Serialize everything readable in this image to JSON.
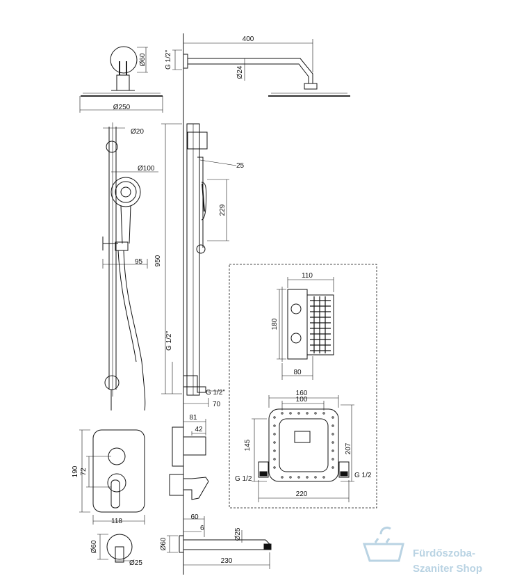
{
  "dimensions": {
    "head_diameter": "Ø250",
    "arm_length": "400",
    "arm_flange_thread": "G 1/2\"",
    "arm_flange_dia": "Ø60",
    "arm_pipe_dia": "Ø24",
    "rail_dia": "Ø20",
    "hand_shower_dia": "Ø100",
    "rail_height": "950",
    "holder_offset": "95",
    "hand_shower_length": "229",
    "hand_shower_angle": "25",
    "rail_inlet_thread_vertical": "G 1/2\"",
    "rail_inlet_thread": "G 1/2\"",
    "rail_inlet_depth": "70",
    "box_width_top": "110",
    "box_height": "180",
    "box_depth": "80",
    "box_front_160": "160",
    "box_front_100": "100",
    "box_front_145": "145",
    "box_front_207": "207",
    "box_front_220": "220",
    "box_left_thread": "G 1/2",
    "box_right_thread": "G 1/2",
    "plate_height": "190",
    "plate_spacing": "72",
    "plate_width": "118",
    "mixer_depth_81": "81",
    "mixer_depth_42": "42",
    "spout_flange_60": "60",
    "spout_6": "6",
    "spout_flange_dia": "Ø60",
    "spout_dia": "Ø25",
    "spout_length": "230",
    "small_flange_dia": "Ø60",
    "small_spout_dia": "Ø25"
  },
  "watermark": {
    "line1": "Fürdőszoba-",
    "line2": "Szaniter Shop"
  },
  "colors": {
    "ink": "#111111",
    "watermark": "#b9d3e3"
  }
}
